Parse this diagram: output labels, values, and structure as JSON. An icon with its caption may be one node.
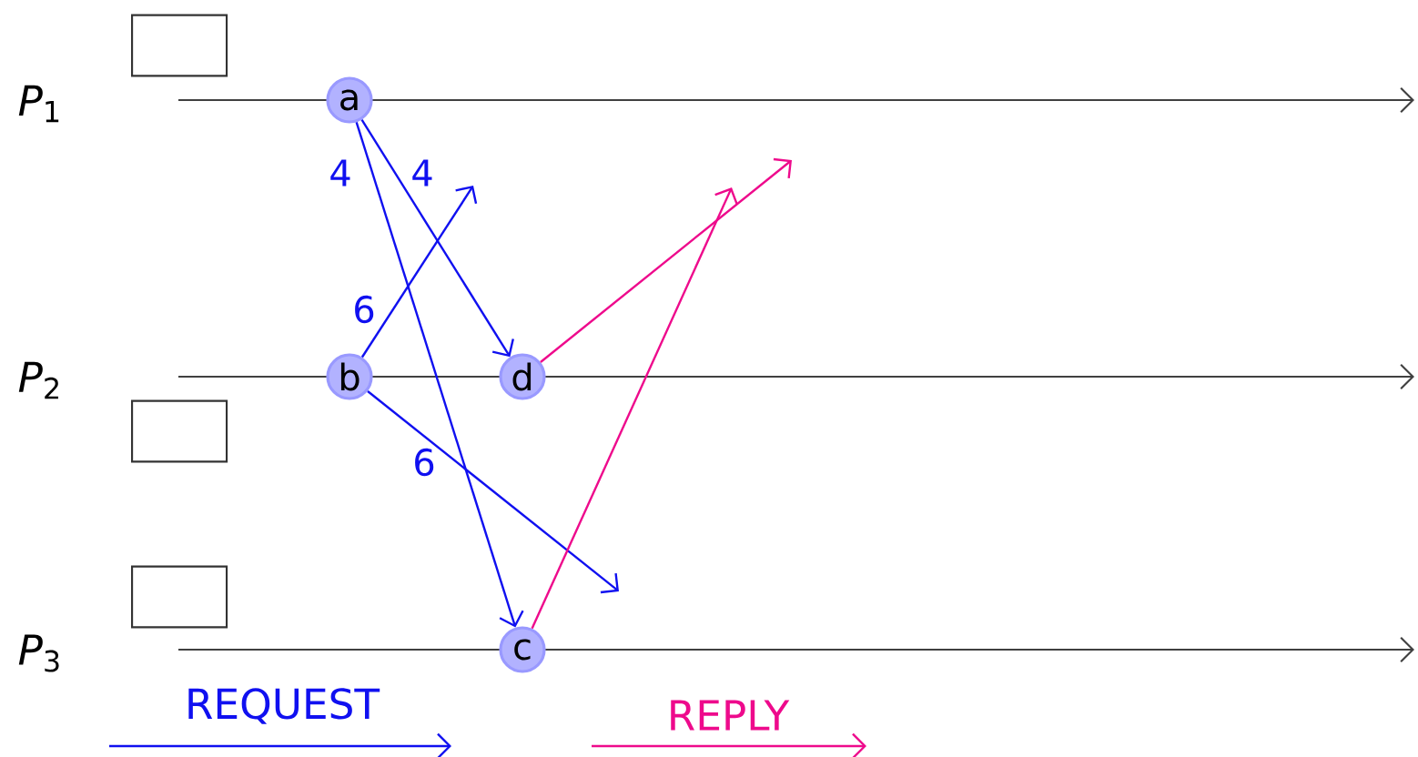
{
  "diagram": {
    "nodes": [
      {
        "text": [],
        "shape": "box"
      },
      {
        "text": [
          "a"
        ]
      },
      {
        "text": [
          "b"
        ]
      },
      {
        "text": [
          "d"
        ]
      },
      {
        "text": [],
        "shape": "box"
      },
      {
        "text": [],
        "shape": "box"
      },
      {
        "text": [
          "c"
        ]
      }
    ],
    "edges": [
      {
        "from": 1,
        "to": 3,
        "arrow": "to",
        "label": "4"
      },
      {
        "from": 1,
        "to": 6,
        "arrow": "to",
        "label": "4"
      },
      {
        "from": 2,
        "to": null,
        "arrow": "to",
        "label": "6"
      },
      {
        "from": 2,
        "to": null,
        "arrow": "to",
        "label": "6"
      },
      {
        "from": 3,
        "to": null,
        "arrow": "to",
        "color": "#ee0a8c"
      },
      {
        "from": 6,
        "to": null,
        "arrow": "to",
        "color": "#ee0a8c"
      }
    ],
    "labels": [
      "*P*$_{1}$",
      "*P*$_{2}$",
      "*P*$_{3}$"
    ],
    "legend": [
      {
        "text": "REQUEST"
      },
      {
        "text": "REPLY"
      }
    ]
  }
}
